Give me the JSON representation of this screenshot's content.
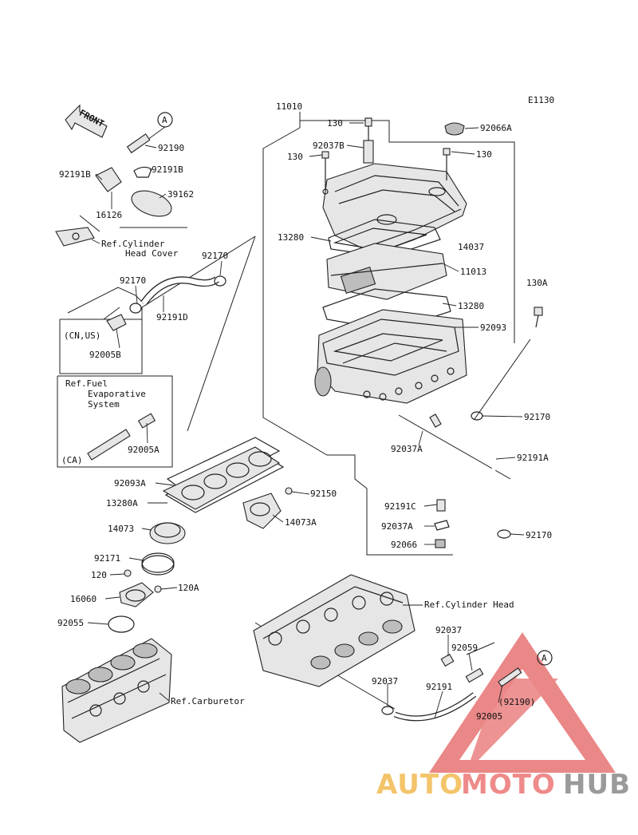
{
  "diagram_code": "E1130",
  "front_tag": "FRONT",
  "connector_mark": "A",
  "labels": {
    "l11010": "11010",
    "l130a": "130",
    "l92037B": "92037B",
    "l130b": "130",
    "l92066A": "92066A",
    "l130c": "130",
    "l13280a": "13280",
    "l14037": "14037",
    "l11013": "11013",
    "l13280b": "13280",
    "l92093": "92093",
    "l130A": "130A",
    "l92170c": "92170",
    "l92191A": "92191A",
    "l92170d": "92170",
    "l92037A": "92037A",
    "l92191C": "92191C",
    "l92037A2": "92037A",
    "l92066": "92066",
    "l92190": "92190",
    "l92191B_l": "92191B",
    "l92191B_r": "92191B",
    "l39162": "39162",
    "l16126": "16126",
    "refCylHead1": "Ref.Cylinder",
    "refCylHead2": "Head Cover",
    "l92170a": "92170",
    "l92170b": "92170",
    "l92191D": "92191D",
    "lCNUS": "(CN,US)",
    "l92005B": "92005B",
    "refFuel1": "Ref.Fuel",
    "refFuel2": "Evaporative",
    "refFuel3": "System",
    "lCA": "(CA)",
    "l92005A": "92005A",
    "l92093A": "92093A",
    "l13280A": "13280A",
    "l92150": "92150",
    "l14073": "14073",
    "l14073A": "14073A",
    "l92171": "92171",
    "l120": "120",
    "l120A": "120A",
    "l16060": "16060",
    "l92055": "92055",
    "refCarb": "Ref.Carburetor",
    "refCylHeadB": "Ref.Cylinder Head",
    "l92037_r": "92037",
    "l92059": "92059",
    "l92037_b": "92037",
    "l92191": "92191",
    "l92190p": "(92190)",
    "l92005": "92005"
  },
  "watermark": {
    "part1": "AUTO",
    "part2": "MOTO",
    "part3": "HUB",
    "colors": {
      "auto": "#f3c46a",
      "moto": "#ef8a8a",
      "hub": "#9a9a9a",
      "triangle": "#e05555"
    }
  }
}
